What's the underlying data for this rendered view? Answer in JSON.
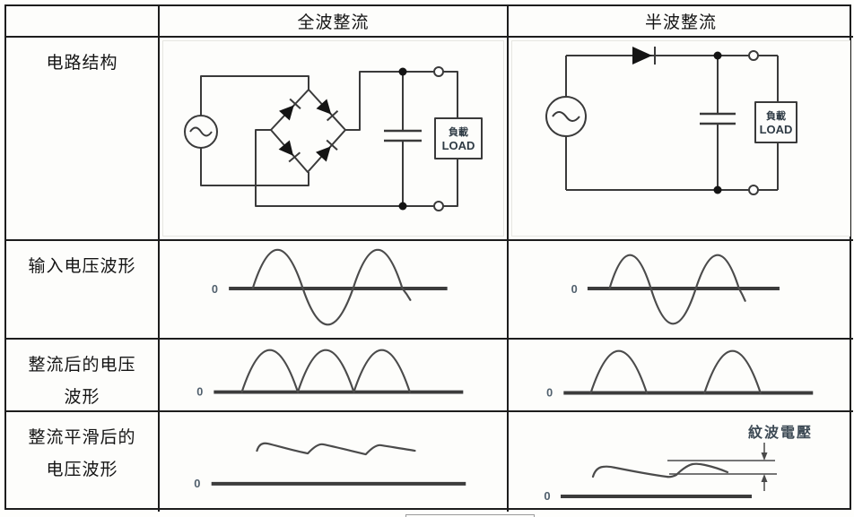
{
  "table": {
    "col_headers": [
      {
        "label": "全波整流"
      },
      {
        "label": "半波整流"
      }
    ],
    "row_labels": [
      {
        "line1": "电路结构",
        "line2": ""
      },
      {
        "line1": "输入电压波形",
        "line2": ""
      },
      {
        "line1": "整流后的电压",
        "line2": "波形"
      },
      {
        "line1": "整流平滑后的",
        "line2": "电压波形"
      }
    ]
  },
  "circuit": {
    "load_label_cn": "負載",
    "load_label_en": "LOAD"
  },
  "waveforms": {
    "zero_label": "0",
    "ripple_annotation": "紋波電壓",
    "types": {
      "full_wave_input": "sine-wave",
      "half_wave_input": "sine-wave",
      "full_wave_rectified": "three-adjacent-positive-humps",
      "half_wave_rectified": "two-spaced-positive-humps",
      "full_wave_smoothed": "small-ripple-dc-line",
      "half_wave_smoothed": "larger-ripple-dc-line-with-ripple-voltage-dimension"
    }
  },
  "colors": {
    "line": "#3a3a3a",
    "zero_label": "#51606d",
    "annotation": "#3d4a55",
    "border": "#1d1d1d"
  }
}
